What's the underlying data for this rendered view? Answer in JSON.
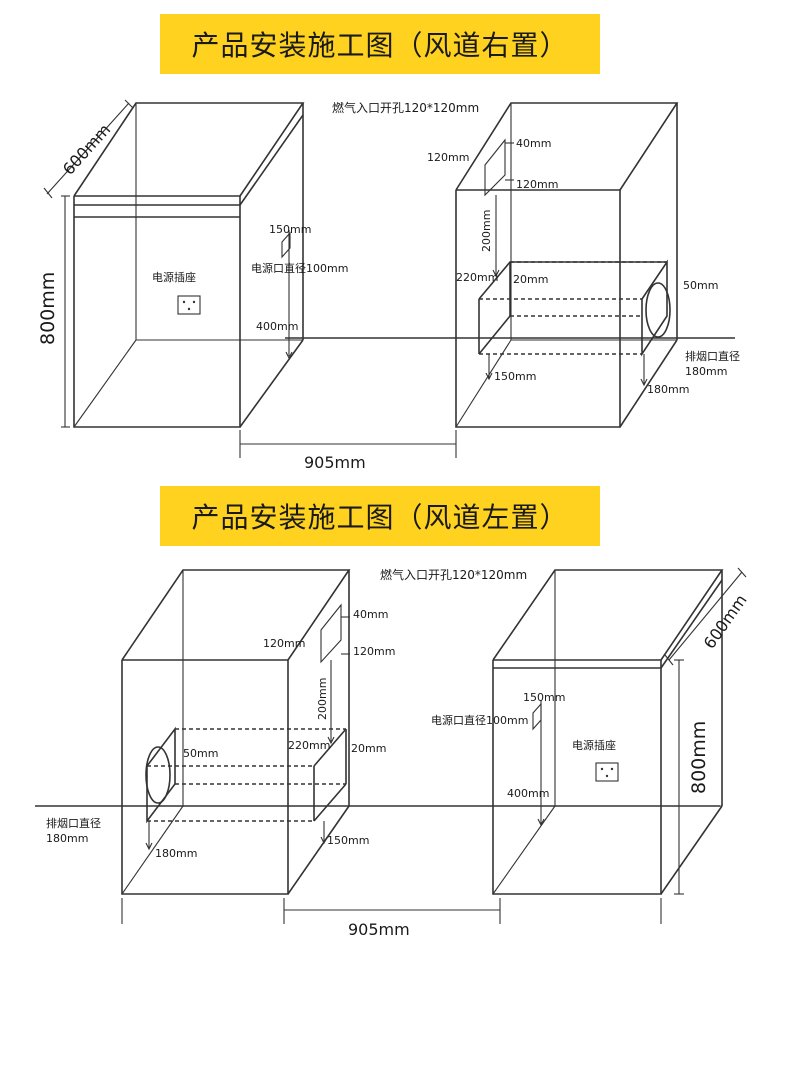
{
  "sections": [
    {
      "title": "产品安装施工图（风道右置）",
      "labels": {
        "depth": "600mm",
        "height": "800mm",
        "width": "905mm",
        "socket": "电源插座",
        "socket_hole_top": "150mm",
        "socket_hole_diameter": "电源口直径100mm",
        "socket_hole_height": "400mm",
        "gas_inlet": "燃气入口开孔120*120mm",
        "gas_left": "120mm",
        "gas_top": "40mm",
        "gas_right": "120mm",
        "duct_200": "200mm",
        "duct_220": "220mm",
        "duct_20": "20mm",
        "duct_50": "50mm",
        "duct_150": "150mm",
        "exhaust_diameter": "排烟口直径",
        "exhaust_size": "180mm",
        "duct_180": "180mm"
      }
    },
    {
      "title": "产品安装施工图（风道左置）",
      "labels": {
        "gas_inlet": "燃气入口开孔120*120mm",
        "gas_top": "40mm",
        "gas_left": "120mm",
        "gas_right": "120mm",
        "duct_200": "200mm",
        "duct_220": "220mm",
        "duct_20": "20mm",
        "duct_50": "50mm",
        "exhaust_diameter": "排烟口直径",
        "exhaust_size": "180mm",
        "duct_180": "180mm",
        "duct_150": "150mm",
        "width": "905mm",
        "socket_hole_top": "150mm",
        "socket_hole_diameter": "电源口直径100mm",
        "socket": "电源插座",
        "socket_hole_height": "400mm",
        "depth": "600mm",
        "height": "800mm"
      }
    }
  ],
  "colors": {
    "banner": "#ffd21f",
    "line": "#333333",
    "text": "#1a1a1a"
  }
}
